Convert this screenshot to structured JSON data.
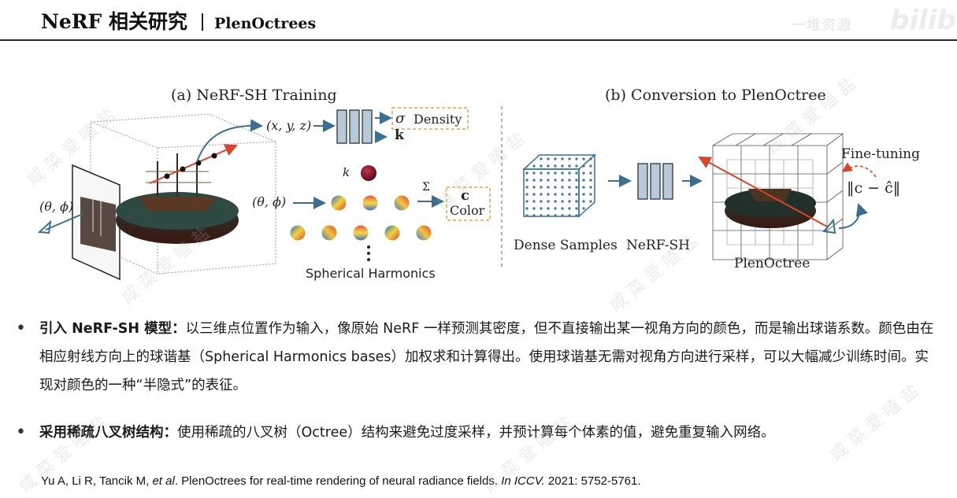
{
  "header": {
    "title": "NeRF 相关研究",
    "subtitle": "PlenOctrees",
    "channel_watermark": "一堆资源",
    "bilibili_logo": "bilibili"
  },
  "figure": {
    "left_caption": "(a) NeRF-SH Training",
    "right_caption": "(b) Conversion to PlenOctree",
    "xyz": "(x, y, z)",
    "density_symbol": "σ",
    "density": "Density",
    "k": "k",
    "theta_phi": "(θ, ϕ)",
    "theta_phi2": "(θ, ϕ)",
    "sum": "Σ",
    "c": "c",
    "color": "Color",
    "k00": "k",
    "spherical_harmonics": "Spherical Harmonics",
    "dense_samples": "Dense Samples",
    "nerf_sh": "NeRF-SH",
    "plenoctree": "PlenOctree",
    "fine_tuning": "Fine-tuning",
    "loss": "‖c − ĉ‖"
  },
  "bullets": [
    {
      "head": "引入 NeRF-SH 模型：",
      "text": "以三维点位置作为输入，像原始 NeRF 一样预测其密度，但不直接输出某一视角方向的颜色，而是输出球谐系数。颜色由在相应射线方向上的球谐基（Spherical Harmonics bases）加权求和计算得出。使用球谐基无需对视角方向进行采样，可以大幅减少训练时间。实现对颜色的一种“半隐式”的表征。"
    },
    {
      "head": "采用稀疏八叉树结构：",
      "text": "使用稀疏的八叉树（Octree）结构来避免过度采样，并预计算每个体素的值，避免重复输入网络。"
    }
  ],
  "reference": {
    "authors": "Yu A, Li R, Tancik M, ",
    "etal": "et al",
    "title": ". PlenOctrees for real-time rendering of neural radiance fields. ",
    "venue": "In ICCV.",
    "year": " 2021: 5752-5761."
  },
  "watermark": "咸 菜 爱 嗑 盐",
  "colors": {
    "blue": "#3a6f91",
    "orange": "#e8a33b",
    "red": "#d9442a",
    "dark_red": "#6b1420",
    "box_fill": "#b9c9d6"
  }
}
